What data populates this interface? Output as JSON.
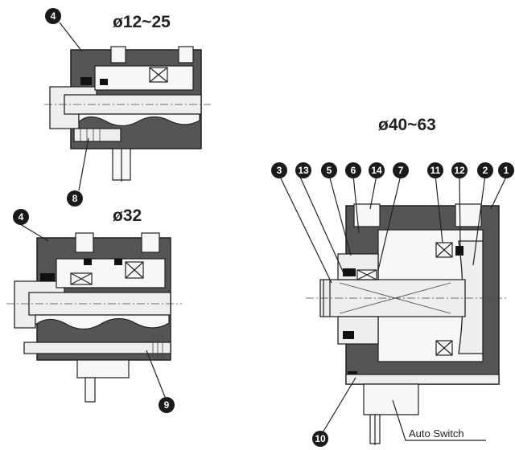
{
  "titles": {
    "small": "ø12~25",
    "mid": "ø32",
    "large": "ø40~63"
  },
  "labels": {
    "auto_switch": "Auto Switch"
  },
  "callouts": {
    "small_4": "4",
    "small_8": "8",
    "mid_4": "4",
    "mid_9": "9",
    "large_3": "3",
    "large_13": "13",
    "large_5": "5",
    "large_6": "6",
    "large_14": "14",
    "large_7": "7",
    "large_11": "11",
    "large_12": "12",
    "large_2": "2",
    "large_1": "1",
    "large_10": "10"
  },
  "colors": {
    "body": "#555555",
    "badge": "#1a1a1a",
    "steel": "#eeeeee"
  }
}
